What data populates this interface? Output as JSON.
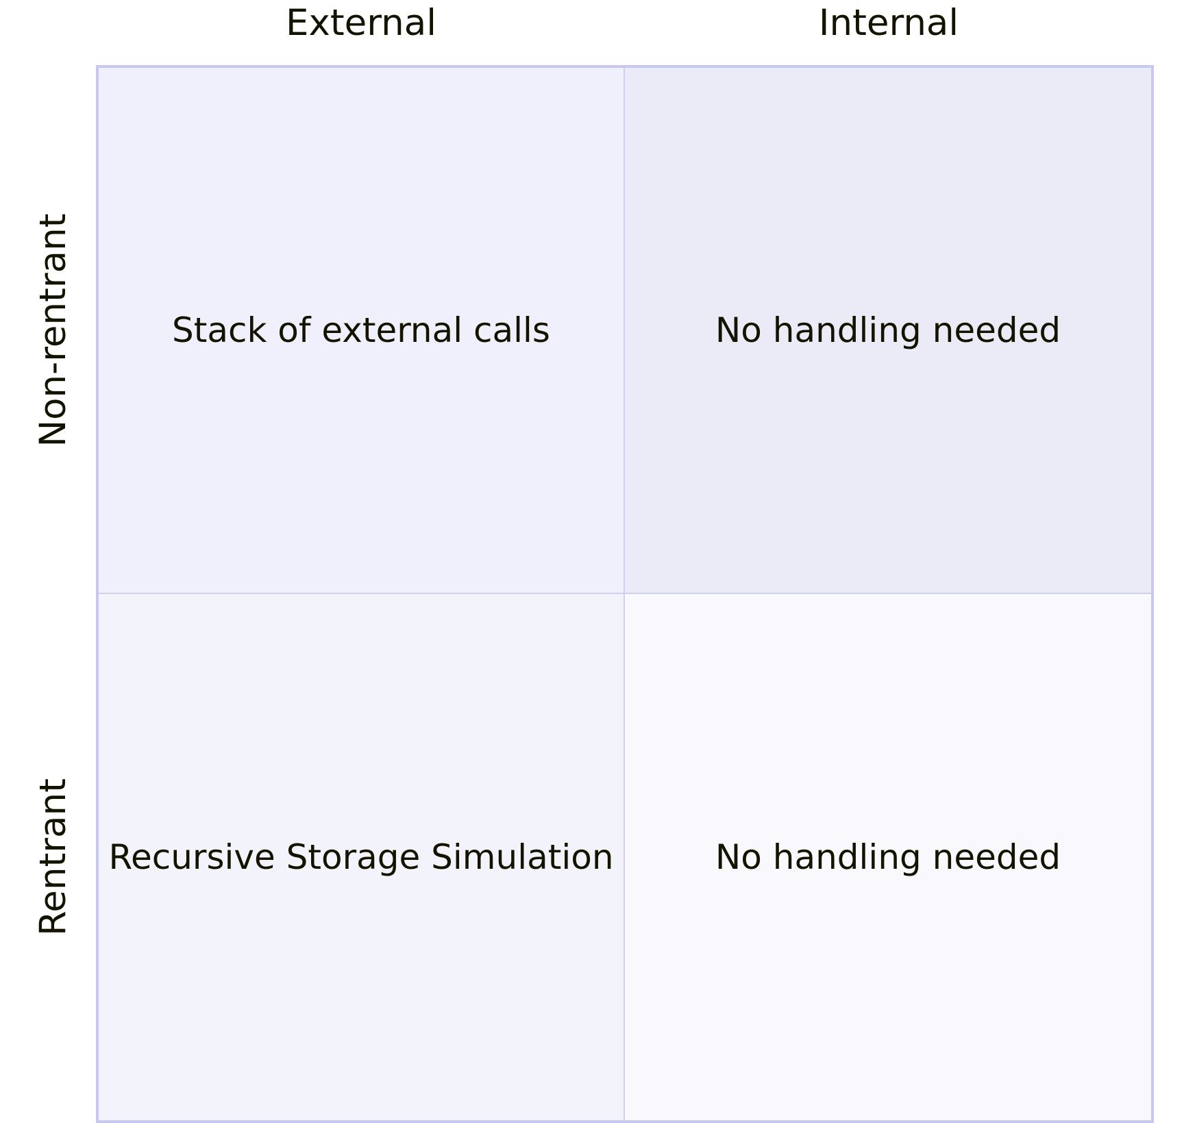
{
  "columns": {
    "left": "External",
    "right": "Internal"
  },
  "rows": {
    "top": "Non-rentrant",
    "bottom": "Rentrant"
  },
  "quadrants": {
    "top_left": "Stack of external calls",
    "top_right": "No handling needed",
    "bottom_left": "Recursive Storage Simulation",
    "bottom_right": "No handling needed"
  },
  "colors": {
    "border": "#c7c7f1",
    "top_left_fill": "#f0f0fc",
    "top_right_fill": "#ebebf8",
    "bottom_left_fill": "#f3f3fc",
    "bottom_right_fill": "#f8f8fd",
    "text": "#131300"
  }
}
